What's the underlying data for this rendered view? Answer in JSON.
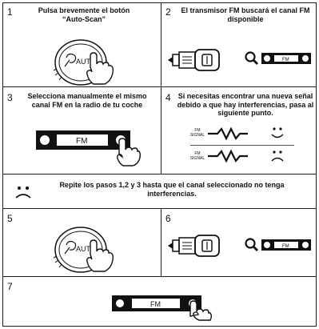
{
  "steps": [
    {
      "number": "1",
      "text": "Pulsa brevemente el botón “Auto-Scan”",
      "button_label": "AUTO"
    },
    {
      "number": "2",
      "text": "El transmisor FM buscará el canal FM disponible",
      "display_label": "FM"
    },
    {
      "number": "3",
      "text": "Selecciona manualmente el mismo canal FM en la radio de tu coche",
      "display_label": "FM"
    },
    {
      "number": "4",
      "text": "Si necesitas encontrar una nueva señal debido a que hay interferencias, pasa al siguiente punto.",
      "signal_label_line1": "FM",
      "signal_label_line2": "SIGNAL"
    },
    {
      "number": "5",
      "button_label": "AUTO"
    },
    {
      "number": "6",
      "display_label": "FM"
    },
    {
      "number": "7",
      "display_label": "FM"
    }
  ],
  "repeat_note": "Repite los pasos 1,2 y 3 hasta que el canal seleccionado no tenga interferencias.",
  "icons": [
    "hand-press-icon",
    "fm-transmitter-icon",
    "magnifier-icon",
    "fm-display-icon",
    "signal-wave-icon",
    "happy-face-icon",
    "sad-face-icon"
  ]
}
